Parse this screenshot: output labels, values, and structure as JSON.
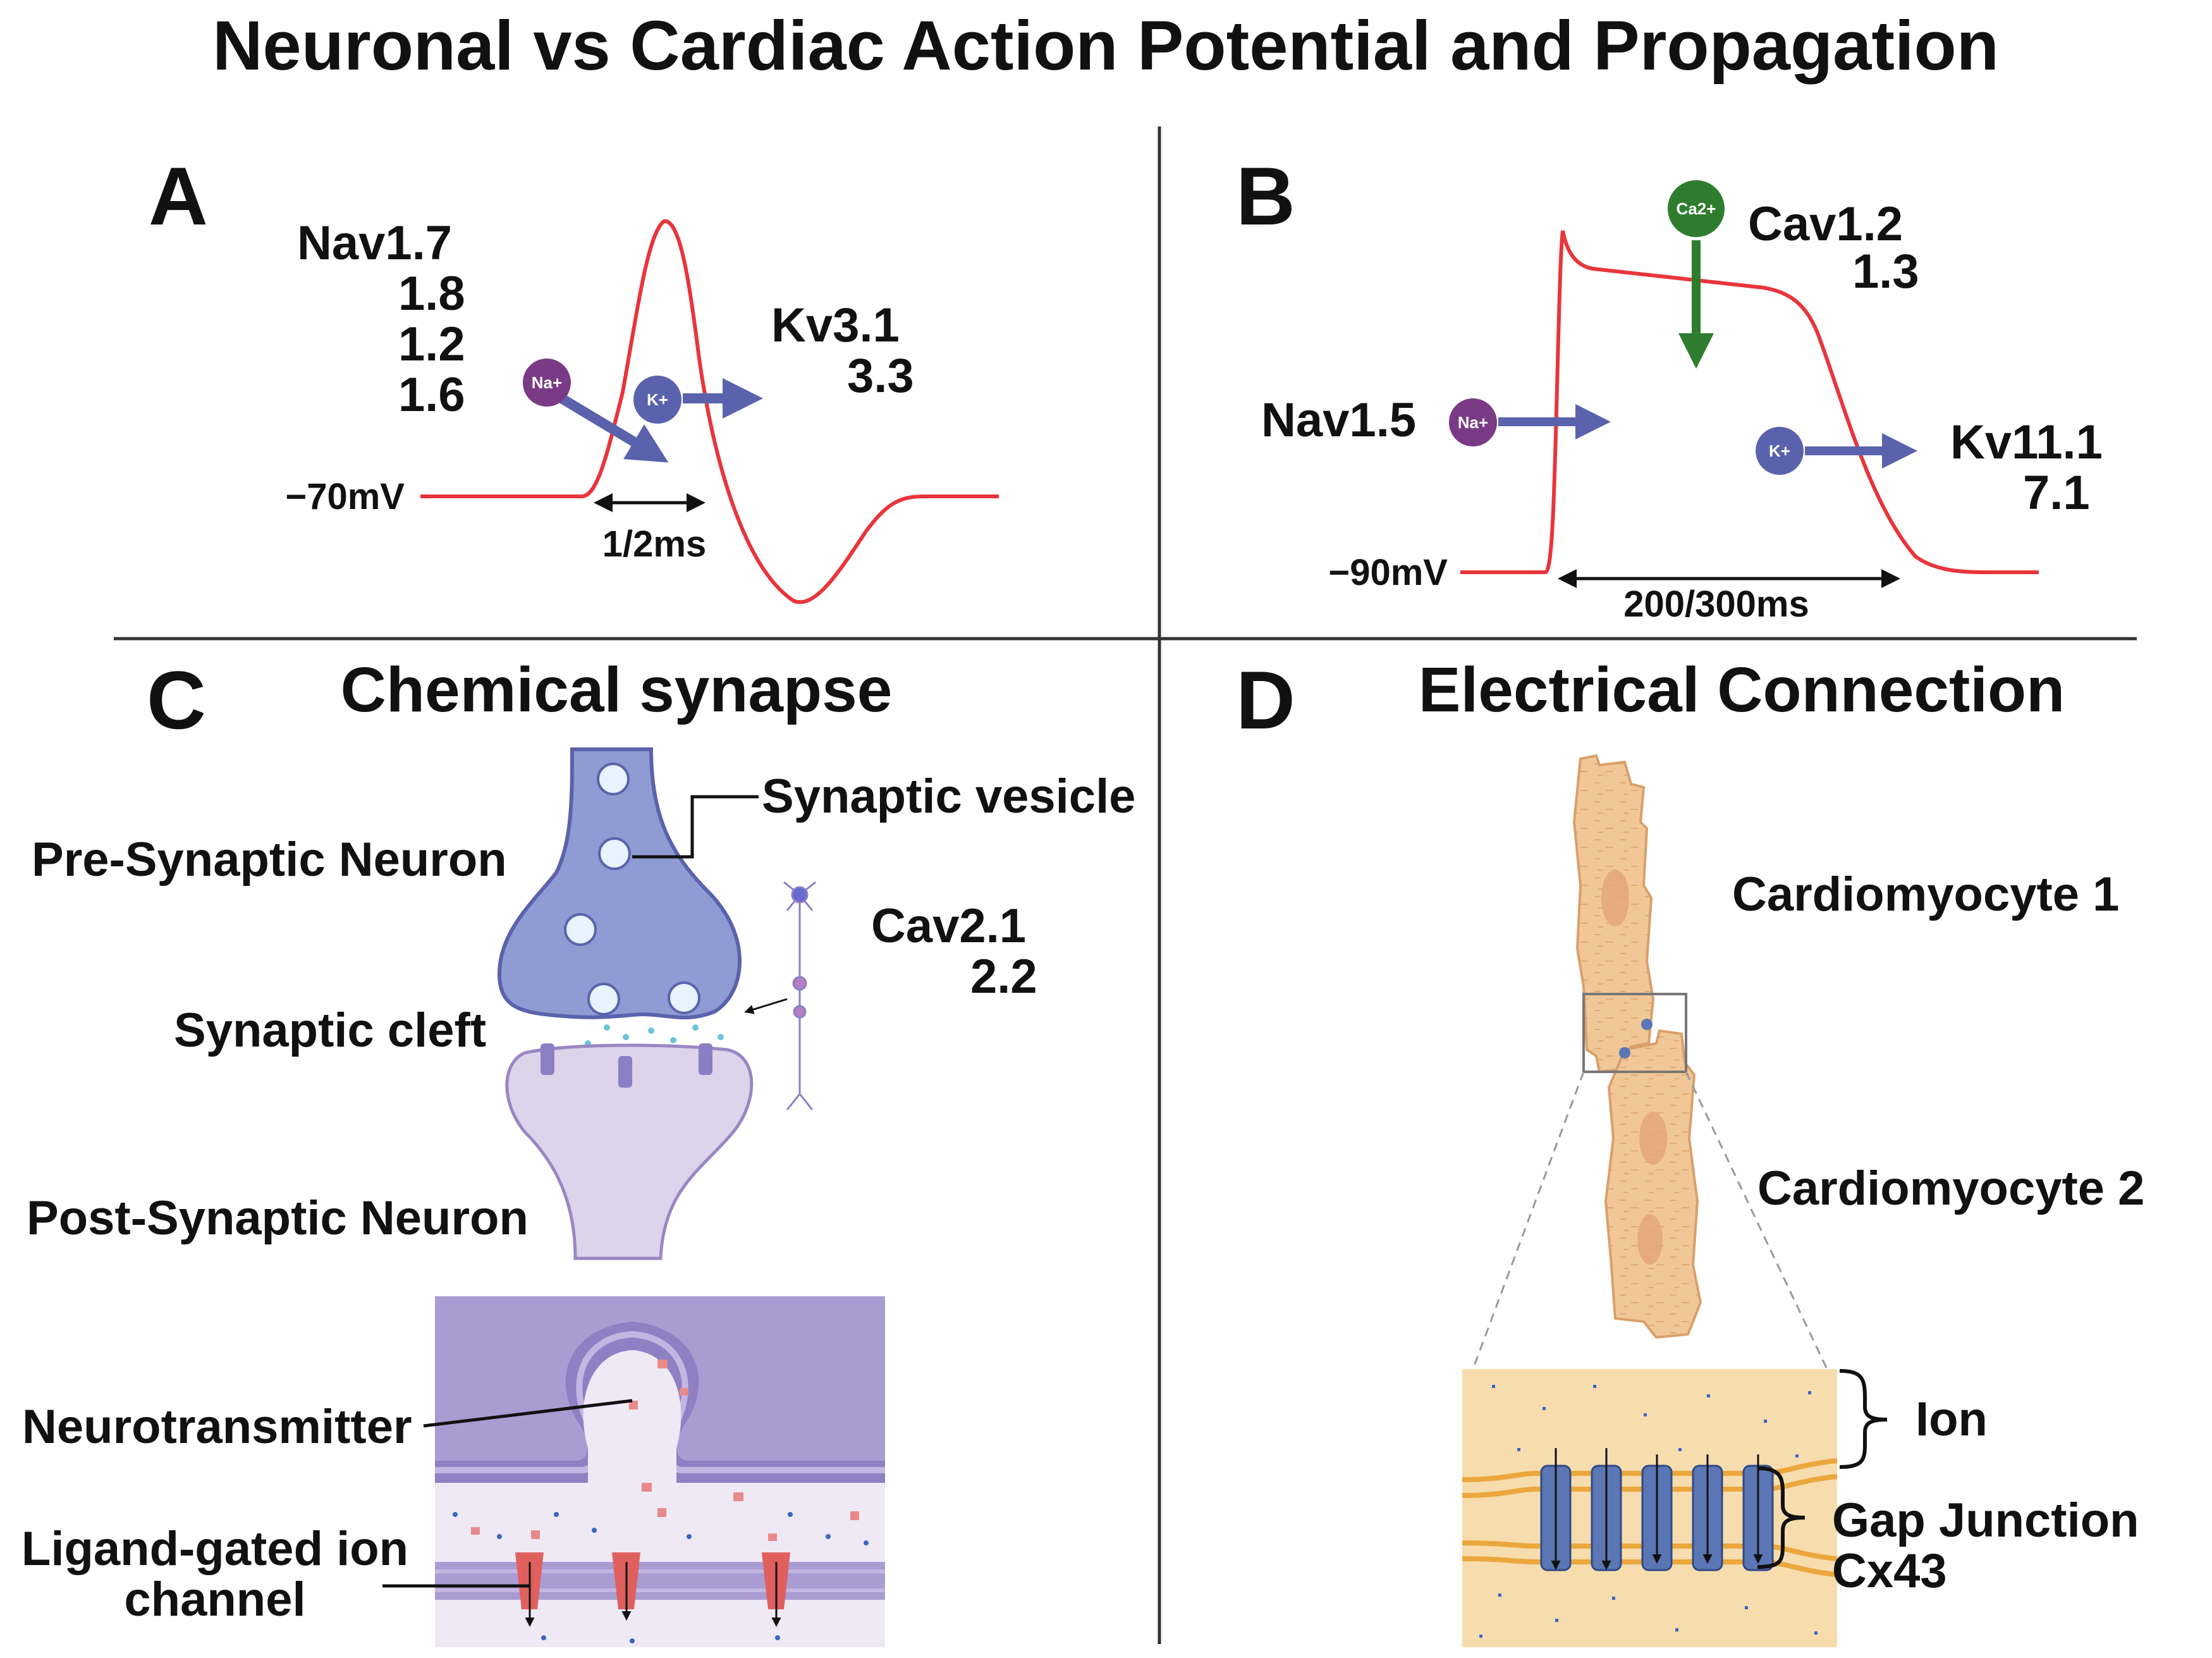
{
  "title": "Neuronal vs Cardiac Action Potential and Propagation",
  "colors": {
    "trace": "#e8353b",
    "arrow_blue": "#5b62ad",
    "ca_green": "#2e7d2e",
    "na_purple": "#7a3a86",
    "k_blue": "#5b62ad",
    "presyn": "#8f9bd3",
    "postsyn": "#ddd3ea",
    "cell": "#f1c797",
    "gap_panel": "#f7dcae",
    "connexin": "#5a76b4",
    "receptor": "#e0605e"
  },
  "panelA": {
    "letter": "A",
    "channel_na": [
      "Nav1.7",
      "1.8",
      "1.2",
      "1.6"
    ],
    "channel_k": [
      "Kv3.1",
      "3.3"
    ],
    "ion_na": "Na+",
    "ion_k": "K+",
    "resting": "−70mV",
    "duration": "1/2ms"
  },
  "panelB": {
    "letter": "B",
    "channel_ca": [
      "Cav1.2",
      "1.3"
    ],
    "channel_na": "Nav1.5",
    "channel_k": [
      "Kv11.1",
      "7.1"
    ],
    "ion_ca": "Ca2+",
    "ion_na": "Na+",
    "ion_k": "K+",
    "resting": "−90mV",
    "duration": "200/300ms"
  },
  "panelC": {
    "letter": "C",
    "title": "Chemical synapse",
    "presynaptic": "Pre-Synaptic Neuron",
    "vesicle": "Synaptic vesicle",
    "channel": [
      "Cav2.1",
      "2.2"
    ],
    "cleft": "Synaptic cleft",
    "postsynaptic": "Post-Synaptic Neuron",
    "neurotransmitter": "Neurotransmitter",
    "ligand": [
      "Ligand-gated ion",
      "channel"
    ]
  },
  "panelD": {
    "letter": "D",
    "title": "Electrical Connection",
    "cell1": "Cardiomyocyte 1",
    "cell2": "Cardiomyocyte 2",
    "ion": "Ion",
    "gap": [
      "Gap Junction",
      "Cx43"
    ]
  }
}
